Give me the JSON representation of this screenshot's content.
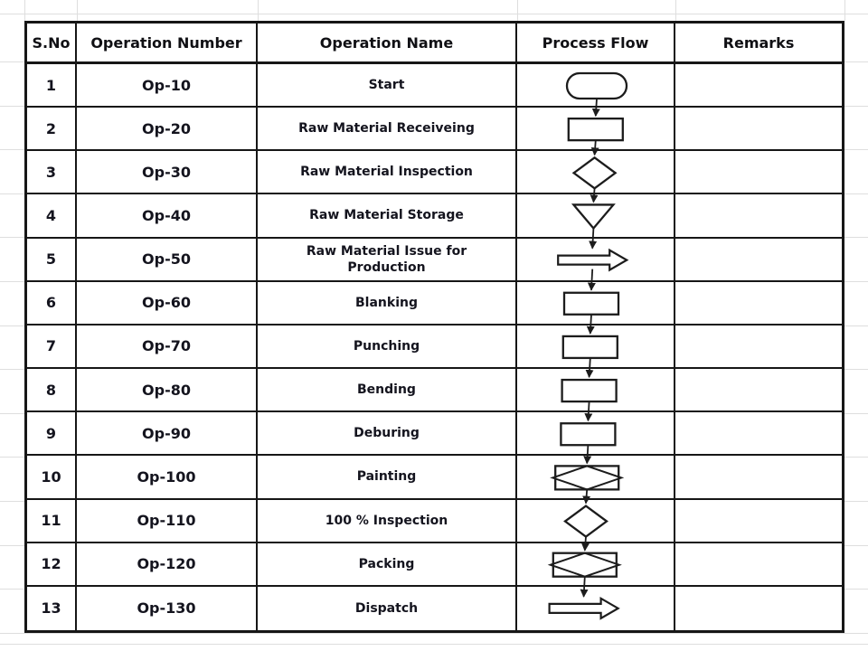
{
  "table": {
    "headers": [
      "S.No",
      "Operation Number",
      "Operation Name",
      "Process Flow",
      "Remarks"
    ],
    "rows": [
      {
        "sno": "1",
        "op_number": "Op-10",
        "op_name": "Start",
        "flow_symbol": "terminator",
        "remarks": ""
      },
      {
        "sno": "2",
        "op_number": "Op-20",
        "op_name": "Raw Material Receiveing",
        "flow_symbol": "process",
        "remarks": ""
      },
      {
        "sno": "3",
        "op_number": "Op-30",
        "op_name": "Raw Material Inspection",
        "flow_symbol": "decision",
        "remarks": ""
      },
      {
        "sno": "4",
        "op_number": "Op-40",
        "op_name": "Raw Material Storage",
        "flow_symbol": "storage-triangle",
        "remarks": ""
      },
      {
        "sno": "5",
        "op_number": "Op-50",
        "op_name": "Raw Material Issue for Production",
        "flow_symbol": "transport-arrow",
        "remarks": ""
      },
      {
        "sno": "6",
        "op_number": "Op-60",
        "op_name": "Blanking",
        "flow_symbol": "process",
        "remarks": ""
      },
      {
        "sno": "7",
        "op_number": "Op-70",
        "op_name": "Punching",
        "flow_symbol": "process",
        "remarks": ""
      },
      {
        "sno": "8",
        "op_number": "Op-80",
        "op_name": "Bending",
        "flow_symbol": "process",
        "remarks": ""
      },
      {
        "sno": "9",
        "op_number": "Op-90",
        "op_name": "Deburing",
        "flow_symbol": "process",
        "remarks": ""
      },
      {
        "sno": "10",
        "op_number": "Op-100",
        "op_name": "Painting",
        "flow_symbol": "operation-inspection",
        "remarks": ""
      },
      {
        "sno": "11",
        "op_number": "Op-110",
        "op_name": "100 % Inspection",
        "flow_symbol": "decision",
        "remarks": ""
      },
      {
        "sno": "12",
        "op_number": "Op-120",
        "op_name": "Packing",
        "flow_symbol": "operation-inspection",
        "remarks": ""
      },
      {
        "sno": "13",
        "op_number": "Op-130",
        "op_name": "Dispatch",
        "flow_symbol": "transport-arrow",
        "remarks": ""
      }
    ],
    "flow_connectors": "down-arrow-between-consecutive-symbols"
  },
  "colors": {
    "table_border": "#161616",
    "text": "#14141e",
    "shape_stroke": "#1c1c1c",
    "shape_fill": "#ffffff",
    "spreadsheet_gridline": "#dedede"
  }
}
